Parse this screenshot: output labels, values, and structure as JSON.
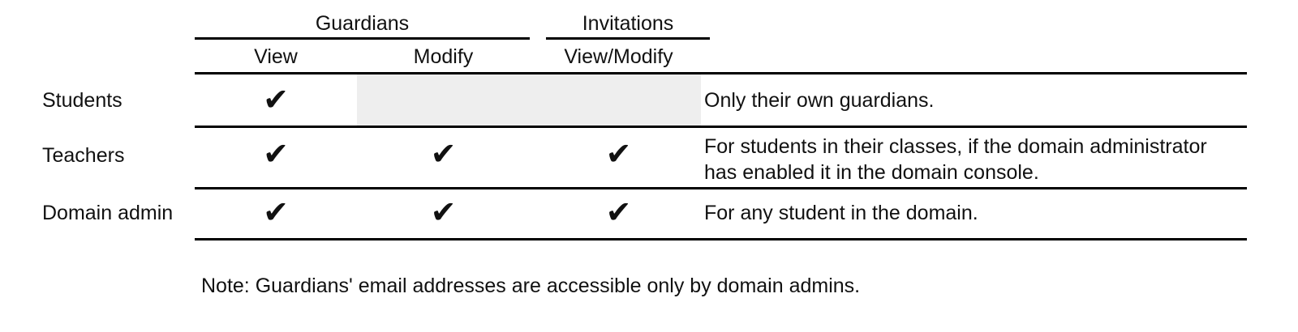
{
  "table": {
    "column_groups": [
      {
        "label": "Guardians",
        "span": 2
      },
      {
        "label": "Invitations",
        "span": 1
      }
    ],
    "columns": [
      {
        "key": "view",
        "label": "View"
      },
      {
        "key": "modify",
        "label": "Modify"
      },
      {
        "key": "view_modify",
        "label": "View/Modify"
      }
    ],
    "rows": [
      {
        "label": "Students",
        "view": "✔",
        "modify": "",
        "view_modify": "",
        "modify_shaded": true,
        "view_modify_shaded": true,
        "description": "Only their own guardians."
      },
      {
        "label": "Teachers",
        "view": "✔",
        "modify": "✔",
        "view_modify": "✔",
        "modify_shaded": false,
        "view_modify_shaded": false,
        "description": "For students in their classes, if the domain administrator has enabled it in the domain console."
      },
      {
        "label": "Domain admin",
        "view": "✔",
        "modify": "✔",
        "view_modify": "✔",
        "modify_shaded": false,
        "view_modify_shaded": false,
        "description": "For any student in the domain."
      }
    ]
  },
  "footnote": "Note: Guardians' email addresses are accessible only by domain admins.",
  "colors": {
    "text": "#111111",
    "rule": "#000000",
    "shaded_cell": "#eeeeee",
    "background": "#ffffff"
  }
}
